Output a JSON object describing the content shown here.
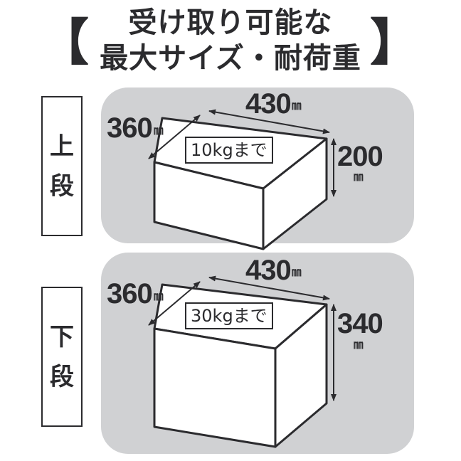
{
  "title": {
    "bracket_open": "【",
    "bracket_close": "】",
    "line1": "受け取り可能な",
    "line2": "最大サイズ・耐荷重"
  },
  "colors": {
    "text": "#2b2b2e",
    "panel_bg": "#d0d1d3",
    "box_fill": "#ffffff"
  },
  "tiers": [
    {
      "label_chars": [
        "上",
        "段"
      ],
      "label": "上段",
      "width": "430",
      "depth": "360",
      "height": "200",
      "unit": "㎜",
      "max_weight": "10kgまで"
    },
    {
      "label_chars": [
        "下",
        "段"
      ],
      "label": "下段",
      "width": "430",
      "depth": "360",
      "height": "340",
      "unit": "㎜",
      "max_weight": "30kgまで"
    }
  ]
}
